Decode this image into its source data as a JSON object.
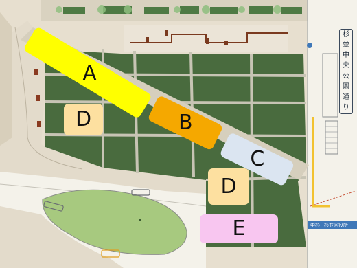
{
  "zones": [
    {
      "id": "A",
      "label": "A",
      "fill": "#ffff00"
    },
    {
      "id": "B",
      "label": "B",
      "fill": "#f5a800"
    },
    {
      "id": "C",
      "label": "C",
      "fill": "#dbe5f1"
    },
    {
      "id": "D1",
      "label": "D",
      "fill": "#fde0a0"
    },
    {
      "id": "D2",
      "label": "D",
      "fill": "#fde0a0"
    },
    {
      "id": "E",
      "label": "E",
      "fill": "#f8c6f0"
    }
  ],
  "sign": {
    "chars": [
      "杉",
      "並",
      "中",
      "央",
      "公",
      "園",
      "通",
      "り"
    ]
  },
  "blue_tag": {
    "left_text": "中杉",
    "right_text": "杉並区役所"
  },
  "colors": {
    "lawn": "#496b3e",
    "path": "#c7c4b4",
    "plaza": "#e7dfcf",
    "road": "#f4f2ea",
    "accent_blue": "#3f78b8",
    "accent_yellow": "#f2c230"
  }
}
